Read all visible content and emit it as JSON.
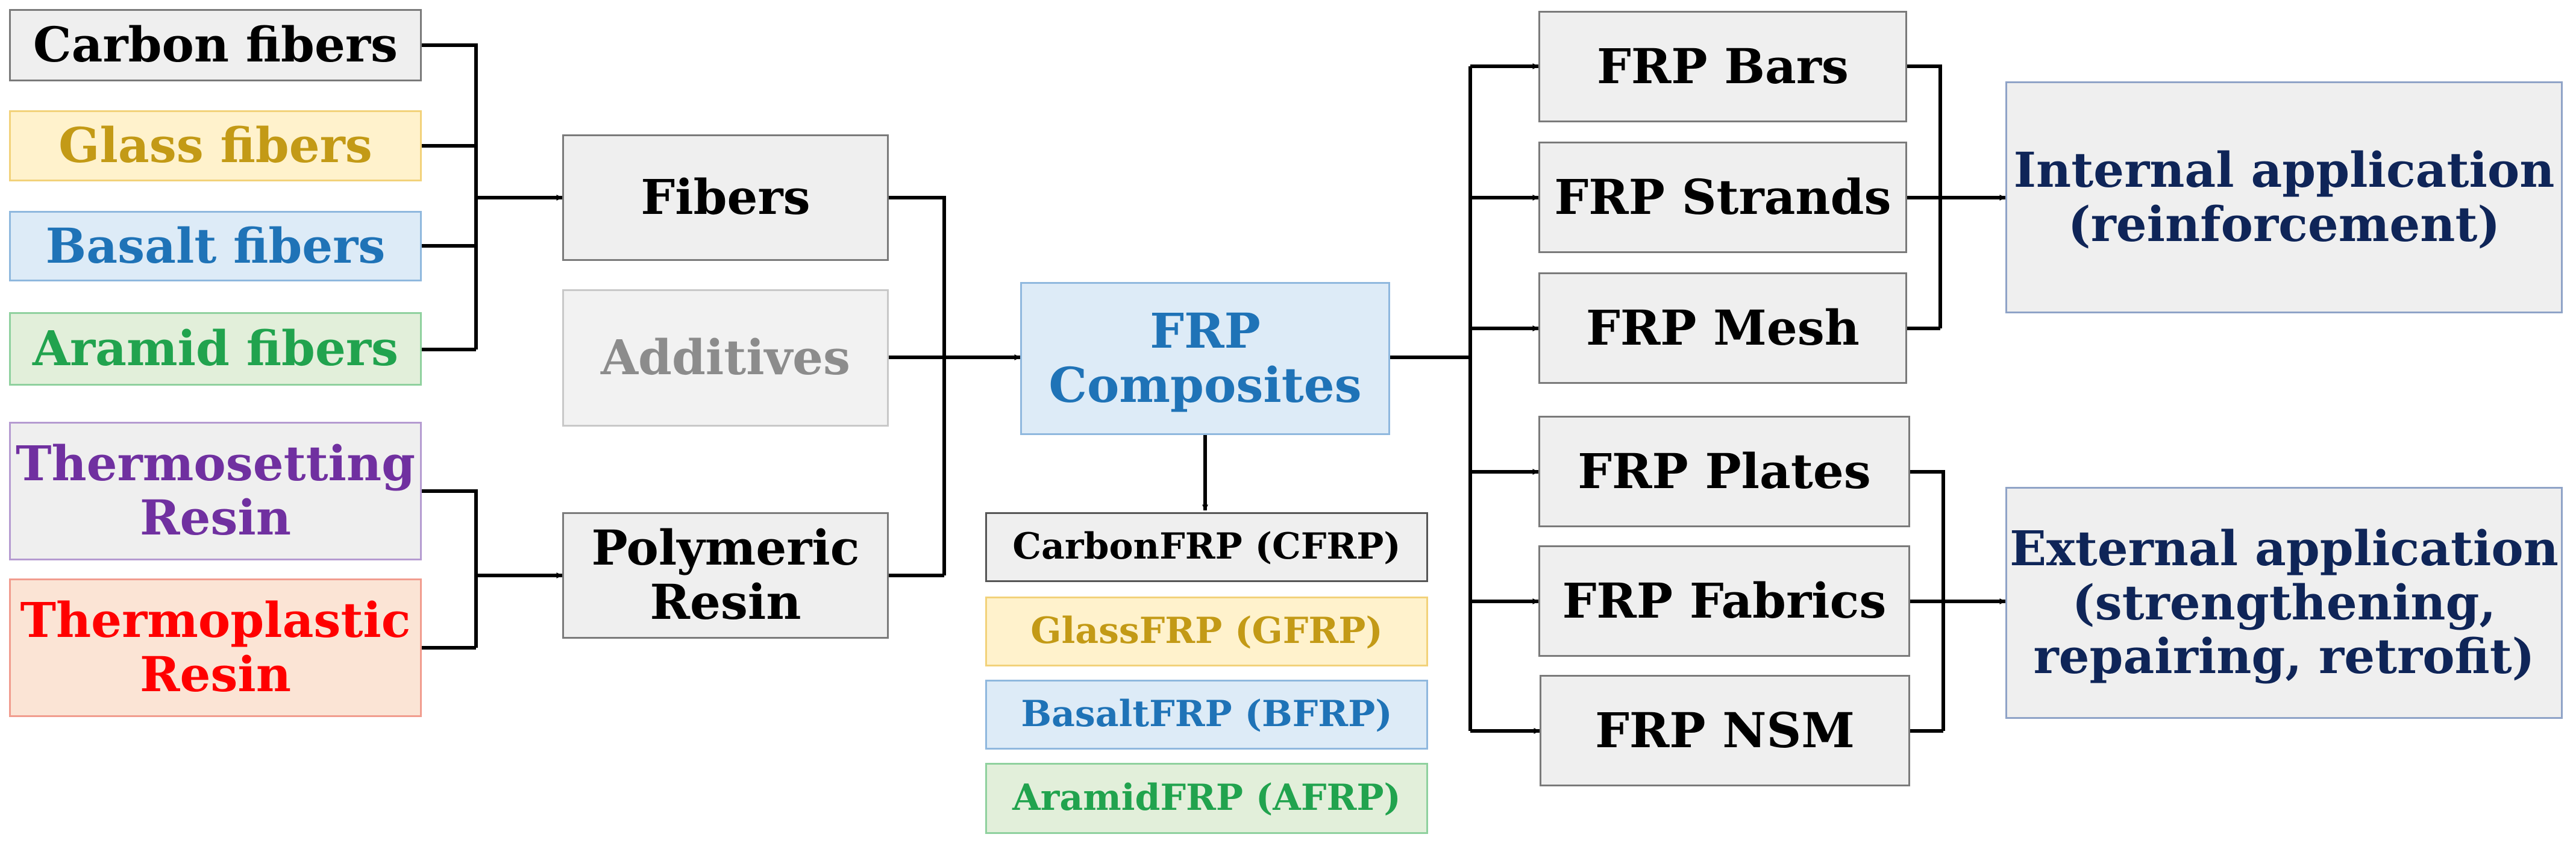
{
  "colors": {
    "line": "#000000",
    "box_gray": "#efefef",
    "border_gray": "#7a7a7a",
    "navy": "#0f2558",
    "blue": "#1f73b7",
    "gold": "#c39a16",
    "green": "#21a34e",
    "purple": "#7030a0",
    "red": "#ff0000",
    "additive_text": "#8c8c8c"
  },
  "nodes": {
    "carbon_fibers": {
      "label": "Carbon fibers",
      "text_color": "#000000",
      "fill": "#efefef",
      "border": "#7a7a7a"
    },
    "glass_fibers": {
      "label": "Glass fibers",
      "text_color": "#c39a16",
      "fill": "#fff2cc",
      "border": "#f2d27a"
    },
    "basalt_fibers": {
      "label": "Basalt fibers",
      "text_color": "#1f73b7",
      "fill": "#ddebf7",
      "border": "#8fb8de"
    },
    "aramid_fibers": {
      "label": "Aramid fibers",
      "text_color": "#21a34e",
      "fill": "#e2efda",
      "border": "#8fd19e"
    },
    "thermosetting_resin": {
      "line1": "Thermosetting",
      "line2": "Resin",
      "text_color": "#7030a0",
      "fill": "#efefef",
      "border": "#b59bd1"
    },
    "thermoplastic_resin": {
      "line1": "Thermoplastic",
      "line2": "Resin",
      "text_color": "#ff0000",
      "fill": "#fbe4d5",
      "border": "#f19c8e"
    },
    "fibers": {
      "label": "Fibers",
      "text_color": "#000000",
      "fill": "#efefef",
      "border": "#7a7a7a"
    },
    "additives": {
      "label": "Additives",
      "text_color": "#8c8c8c",
      "fill": "#f2f2f2",
      "border": "#c8c8c8"
    },
    "polymeric_resin": {
      "line1": "Polymeric",
      "line2": "Resin",
      "text_color": "#000000",
      "fill": "#efefef",
      "border": "#7a7a7a"
    },
    "frp_composites": {
      "line1": "FRP",
      "line2": "Composites",
      "text_color": "#1f73b7",
      "fill": "#ddebf7",
      "border": "#8fb8de"
    },
    "cfrp": {
      "label": "CarbonFRP (CFRP)",
      "text_color": "#000000",
      "fill": "#efefef",
      "border": "#555555"
    },
    "gfrp": {
      "label": "GlassFRP (GFRP)",
      "text_color": "#c39a16",
      "fill": "#fff2cc",
      "border": "#f2d27a"
    },
    "bfrp": {
      "label": "BasaltFRP (BFRP)",
      "text_color": "#1f73b7",
      "fill": "#ddebf7",
      "border": "#8fb8de"
    },
    "afrp": {
      "label": "AramidFRP (AFRP)",
      "text_color": "#21a34e",
      "fill": "#e2efda",
      "border": "#8fd19e"
    },
    "frp_bars": {
      "label": "FRP Bars",
      "text_color": "#000000",
      "fill": "#efefef",
      "border": "#7a7a7a"
    },
    "frp_strands": {
      "label": "FRP Strands",
      "text_color": "#000000",
      "fill": "#efefef",
      "border": "#7a7a7a"
    },
    "frp_mesh": {
      "label": "FRP Mesh",
      "text_color": "#000000",
      "fill": "#efefef",
      "border": "#7a7a7a"
    },
    "frp_plates": {
      "label": "FRP Plates",
      "text_color": "#000000",
      "fill": "#efefef",
      "border": "#7a7a7a"
    },
    "frp_fabrics": {
      "label": "FRP Fabrics",
      "text_color": "#000000",
      "fill": "#efefef",
      "border": "#7a7a7a"
    },
    "frp_nsm": {
      "label": "FRP NSM",
      "text_color": "#000000",
      "fill": "#efefef",
      "border": "#7a7a7a"
    },
    "internal_application": {
      "line1": "Internal application",
      "line2": "(reinforcement)",
      "text_color": "#0f2558",
      "fill": "#efefef",
      "border": "#8fa3c7"
    },
    "external_application": {
      "line1": "External application",
      "line2": "(strengthening,",
      "line3": "repairing, retrofit)",
      "text_color": "#0f2558",
      "fill": "#efefef",
      "border": "#8fa3c7"
    }
  }
}
